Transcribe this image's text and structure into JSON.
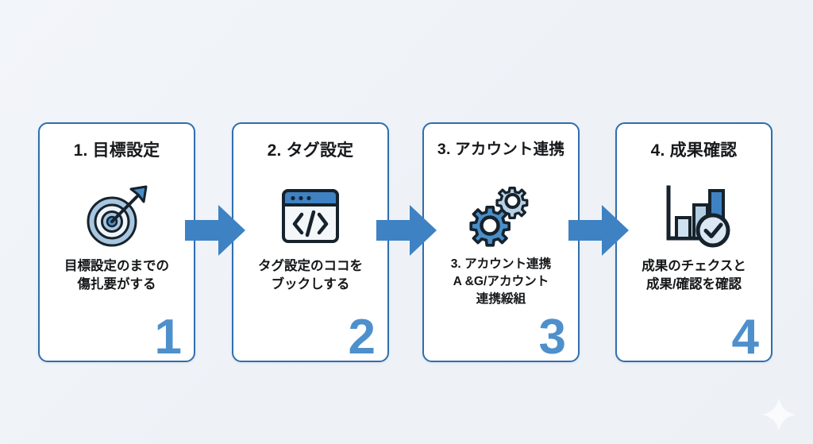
{
  "page": {
    "background_color": "#eff3f8",
    "accent_color": "#3e82c4",
    "card_border_color": "#2f6fad",
    "number_color": "#4e90cb",
    "decoration": "sparkle-diamond"
  },
  "steps": [
    {
      "number": "1",
      "title": "1. 目標設定",
      "icon": "target-arrow-icon",
      "body_line1": "目標設定のまでの",
      "body_line2": "傷扎要がする"
    },
    {
      "number": "2",
      "title": "2. タグ設定",
      "icon": "code-window-icon",
      "body_line1": "タグ設定のココを",
      "body_line2": "ブックしする"
    },
    {
      "number": "3",
      "title": "3. アカウント連携",
      "icon": "gears-icon",
      "body_line1": "3. アカウント連携",
      "body_line2": "A &G/アカウント",
      "body_line3": "連携綏組"
    },
    {
      "number": "4",
      "title": "4. 成果確認",
      "icon": "bar-chart-check-icon",
      "body_line1": "成果のチェクスと",
      "body_line2": "成果/確認を確認"
    }
  ],
  "arrows": [
    {
      "label": "next-step-arrow-1"
    },
    {
      "label": "next-step-arrow-2"
    },
    {
      "label": "next-step-arrow-3"
    }
  ]
}
